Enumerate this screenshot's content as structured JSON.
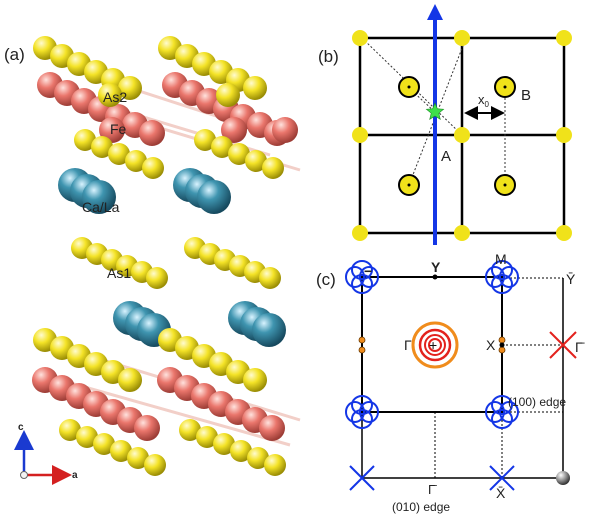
{
  "panels": {
    "a": {
      "tag": "(a)",
      "atom_labels": {
        "as2": "As2",
        "fe": "Fe",
        "ca_la": "Ca/La",
        "as1": "As1"
      },
      "axes": {
        "c": "c",
        "a": "a"
      }
    },
    "b": {
      "tag": "(b)",
      "labels": {
        "a": "A",
        "b": "B",
        "x0": "x",
        "x0_sub": "0"
      }
    },
    "c": {
      "tag": "(c)",
      "labels": {
        "gamma": "Γ",
        "y": "Y",
        "m": "M",
        "x": "X",
        "y_bar": "Ȳ",
        "gamma_bar_right": "Γ̄",
        "gamma_bar_bottom": "Γ̄",
        "x_bar": "X̄",
        "edge_100": "(100) edge",
        "edge_010": "(010) edge",
        "minus_sign": "−"
      }
    }
  },
  "colors": {
    "arsenic": "#f0e21a",
    "iron": "#e8716a",
    "calcium_lanthanum": "#3f8fa8",
    "arrow_blue": "#1436e6",
    "green_star": "#3ee04a",
    "red": "#e3221d",
    "orange": "#f08c1c",
    "axis_c": "#1a3ad0",
    "axis_a": "#d42020"
  }
}
